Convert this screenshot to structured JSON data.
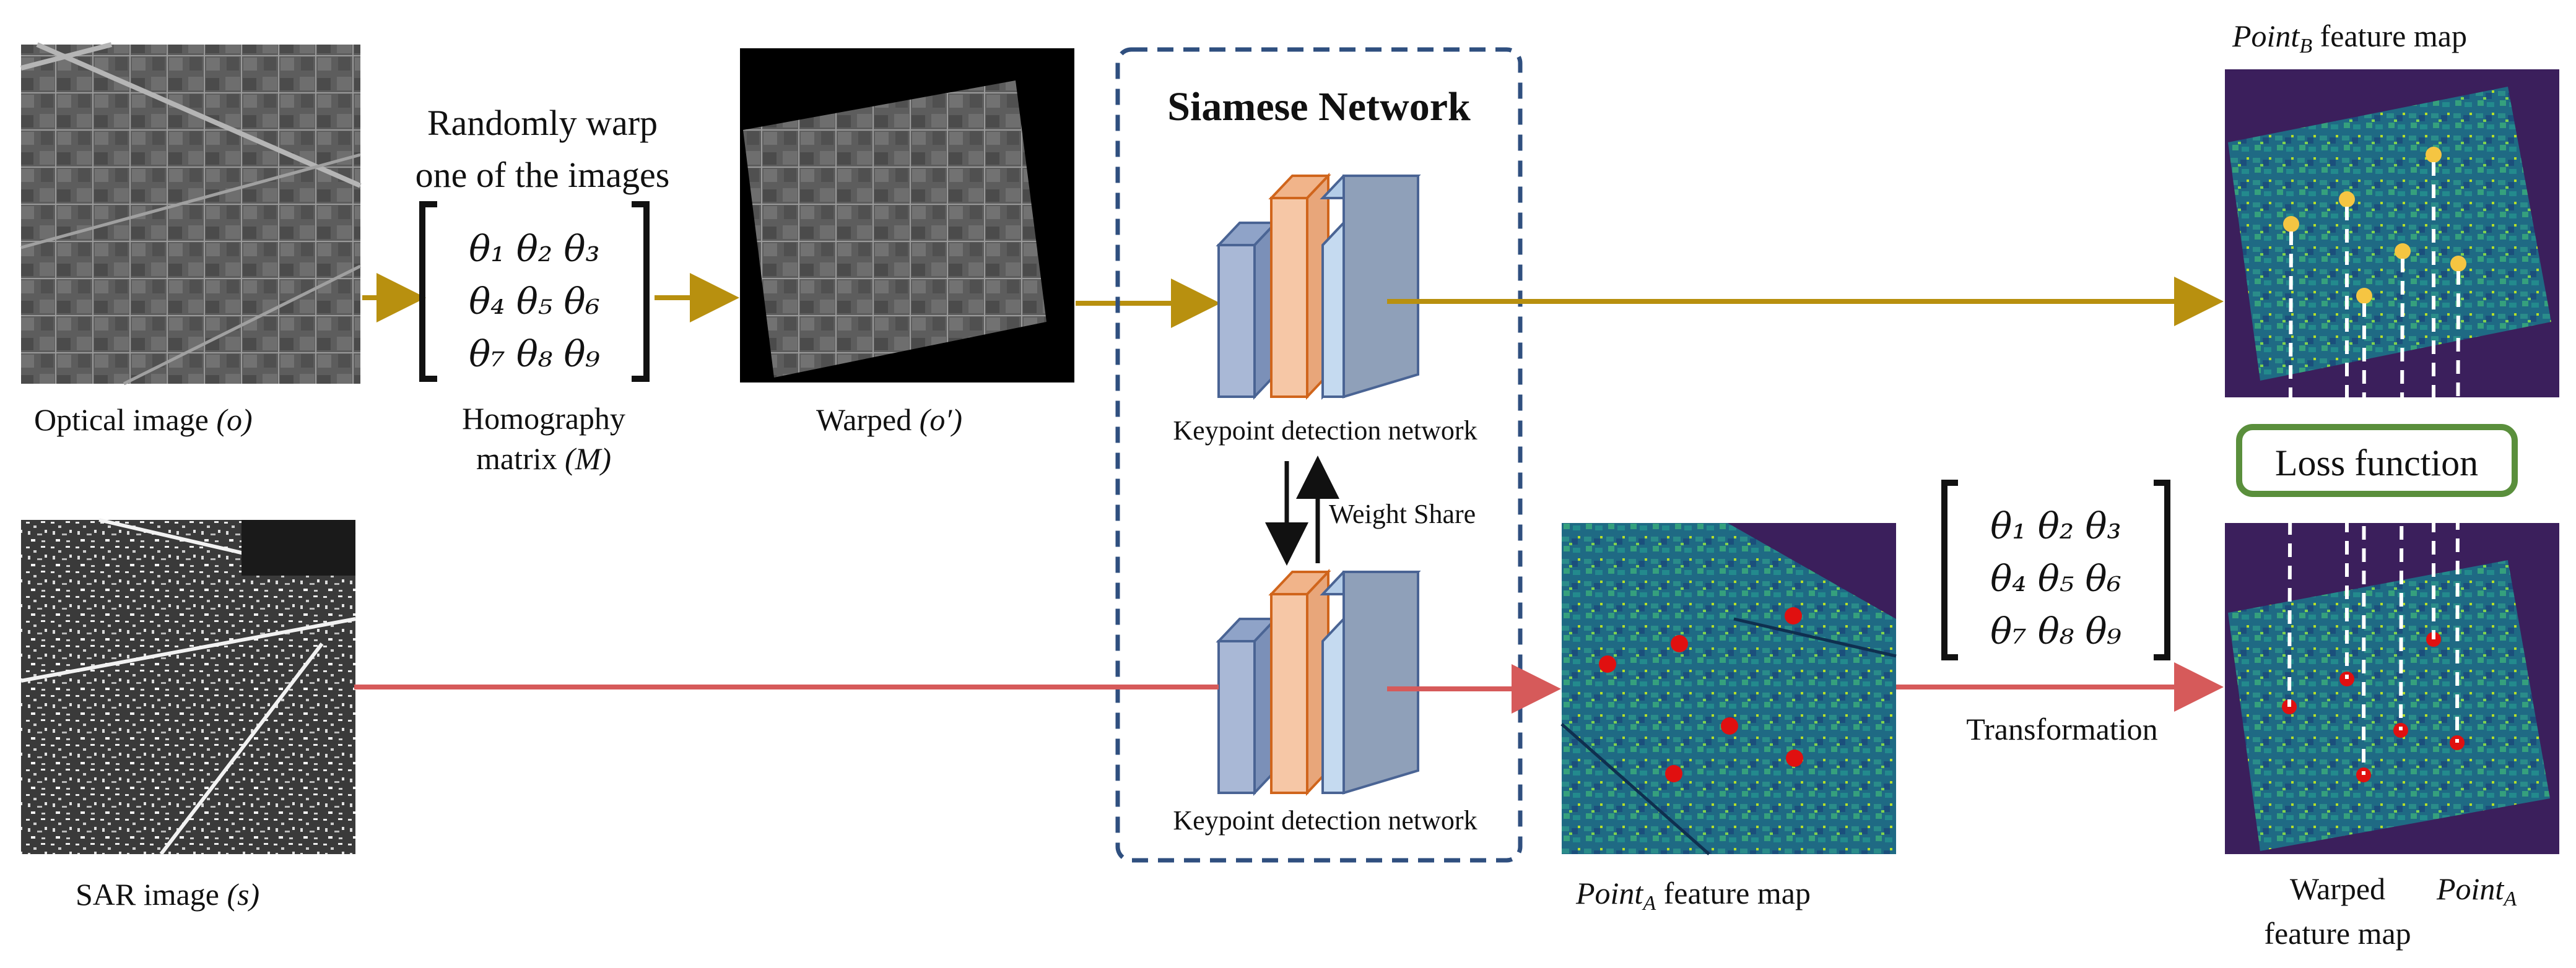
{
  "labels": {
    "optical_image": "Optical image",
    "optical_symbol": "(o)",
    "random_warp_line1": "Randomly warp",
    "random_warp_line2": "one of the images",
    "homography_line1": "Homography",
    "homography_line2": "matrix",
    "homography_symbol": "(M)",
    "warped": "Warped",
    "warped_symbol": "(o′)",
    "sar_image": "SAR image",
    "sar_symbol": "(s)",
    "siamese_title": "Siamese Network",
    "keypoint_net_top": "Keypoint detection network",
    "keypoint_net_bottom": "Keypoint detection network",
    "weight_share": "Weight Share",
    "point_b": "Point",
    "point_b_sub": "B",
    "point_b_suffix": "feature map",
    "point_a": "Point",
    "point_a_sub": "A",
    "point_a_suffix": "feature map",
    "loss_function": "Loss function",
    "transformation": "Transformation",
    "warped_feature_line1": "Warped",
    "warped_feature_line2": "feature map",
    "warped_point": "Point",
    "warped_point_sub": "A"
  },
  "matrix": {
    "row1": "θ₁ θ₂ θ₃",
    "row2": "θ₄ θ₅ θ₆",
    "row3": "θ₇ θ₈ θ₉"
  },
  "colors": {
    "gold_arrow": "#b8900f",
    "red_arrow": "#d65a5a",
    "siamese_border": "#2f4f7f",
    "loss_border": "#5a8f3c",
    "block_blue_dark": "#a9b8d6",
    "block_orange": "#f6c7a6",
    "block_blue_light": "#c5daf0",
    "feature_bg": "#3b1f5c",
    "keypoint_yellow": "#f5c542",
    "keypoint_red": "#e01010"
  },
  "icons": {
    "up_arrow": "arrow-up-icon",
    "down_arrow": "arrow-down-icon"
  }
}
